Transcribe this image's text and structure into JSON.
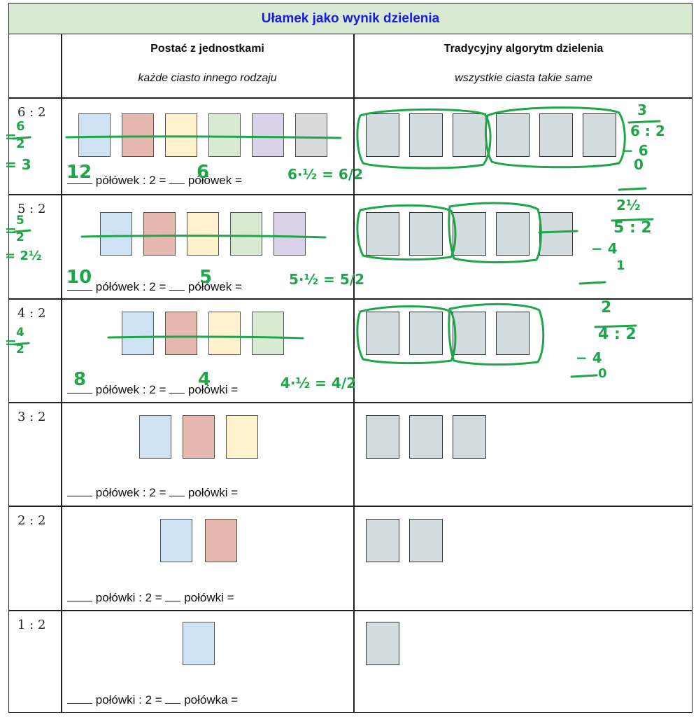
{
  "title": "Ułamek jako wynik dzielenia",
  "columns": [
    {
      "heading": "Postać z jednostkami",
      "subheading": "każde ciasto innego rodzaju"
    },
    {
      "heading": "Tradycyjny algorytm dzielenia",
      "subheading": "wszystkie ciasta takie same"
    }
  ],
  "rows": [
    {
      "division": "6 : 2",
      "left_text": [
        "półówek : 2 =",
        "półówek ="
      ],
      "cake_count": 6,
      "handwriting": {
        "margin": [
          "=",
          "6",
          "2",
          "= 3"
        ],
        "count": "12",
        "result": "6",
        "tail": "6·½ = 6/2",
        "algo": [
          "3",
          "6 : 2",
          "− 6",
          "0"
        ]
      }
    },
    {
      "division": "5 : 2",
      "left_text": [
        "półówek : 2 =",
        "półówek ="
      ],
      "cake_count": 5,
      "handwriting": {
        "margin": [
          "=",
          "5",
          "2",
          "= 2½"
        ],
        "count": "10",
        "result": "5",
        "tail": "5·½ = 5/2",
        "algo": [
          "2½",
          "5 : 2",
          "− 4",
          "1"
        ]
      }
    },
    {
      "division": "4 : 2",
      "left_text": [
        "półówek : 2 =",
        "połówki ="
      ],
      "cake_count": 4,
      "handwriting": {
        "margin": [
          "=",
          "4",
          "2"
        ],
        "count": "8",
        "result": "4",
        "tail": "4·½ = 4/2",
        "algo": [
          "2",
          "4 : 2",
          "− 4",
          "0"
        ]
      }
    },
    {
      "division": "3 : 2",
      "left_text": [
        "półówek : 2 =",
        "połówki ="
      ],
      "cake_count": 3
    },
    {
      "division": "2 : 2",
      "left_text": [
        "połówki : 2 =",
        "połówki ="
      ],
      "cake_count": 2
    },
    {
      "division": "1 : 2",
      "left_text": [
        "połówki : 2 =",
        "połówka ="
      ],
      "cake_count": 1
    }
  ],
  "colors": {
    "cake_blue": "#cfe2f3",
    "cake_red": "#e6b8af",
    "cake_yellow": "#fff2cc",
    "cake_green": "#d9ead3",
    "cake_purple": "#d9d2e9",
    "cake_gray": "#d9d9d9",
    "cake_traditional": "#d3dde0",
    "ink_green": "#1fa64a",
    "title_blue": "#1a1ae6",
    "header_bg": "#d9ead3"
  }
}
